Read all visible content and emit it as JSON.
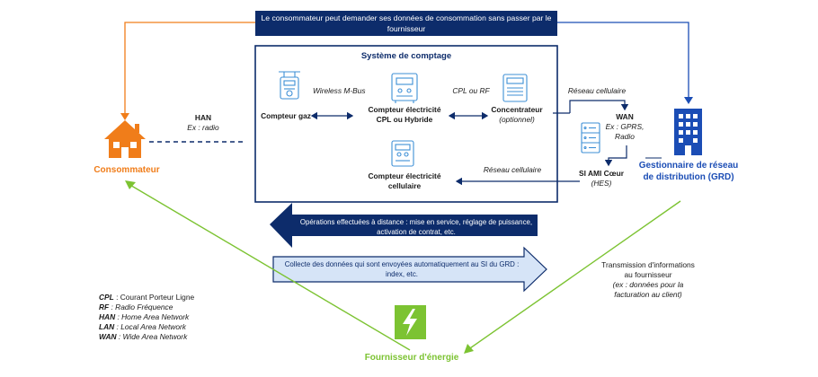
{
  "banner": {
    "text": "Le consommateur peut demander ses données de consommation sans passer par le fournisseur"
  },
  "system": {
    "title": "Système de comptage"
  },
  "devices": {
    "gas_meter": {
      "label": "Compteur gaz"
    },
    "cpl_meter": {
      "label_line1": "Compteur électricité",
      "label_line2": "CPL ou Hybride"
    },
    "concentrator": {
      "label": "Concentrateur",
      "sub": "(optionnel)"
    },
    "cell_meter": {
      "label_line1": "Compteur électricité",
      "label_line2": "cellulaire"
    }
  },
  "links": {
    "wireless_mbus": "Wireless M-Bus",
    "cpl_rf": "CPL ou RF",
    "reseau_cell_1": "Réseau cellulaire",
    "reseau_cell_2": "Réseau cellulaire"
  },
  "han": {
    "title": "HAN",
    "sub": "Ex : radio"
  },
  "wan": {
    "title": "WAN",
    "sub1": "Ex : GPRS,",
    "sub2": "Radio"
  },
  "si_ami": {
    "title": "SI AMI Cœur",
    "sub": "(HES)"
  },
  "actors": {
    "consumer": "Consommateur",
    "grd_line1": "Gestionnaire de réseau",
    "grd_line2": "de distribution (GRD)",
    "supplier": "Fournisseur d'énergie"
  },
  "operations": {
    "remote_ops": "Opérations effectuées à distance : mise en service, réglage de puissance, activation de contrat, etc.",
    "data_collect": "Collecte des données qui sont envoyées automatiquement au SI du GRD : index, etc."
  },
  "transmission": {
    "line1": "Transmission d'informations",
    "line2": "au fournisseur",
    "line3": "(ex : données pour la",
    "line4": "facturation au client)"
  },
  "legend": [
    {
      "abbr": "CPL",
      "text": " : Courant Porteur Ligne"
    },
    {
      "abbr": "RF",
      "text": " : Radio Fréquence"
    },
    {
      "abbr": "HAN",
      "text": " : Home Area Network"
    },
    {
      "abbr": "LAN",
      "text": " : Local Area Network"
    },
    {
      "abbr": "WAN",
      "text": " : Wide Area Network"
    }
  ],
  "colors": {
    "navy": "#0d2c6b",
    "blue": "#1b4db5",
    "orange": "#f07d1a",
    "green": "#7cc332",
    "light_blue": "#d6e4f7",
    "icon_blue": "#3d8fd6"
  }
}
